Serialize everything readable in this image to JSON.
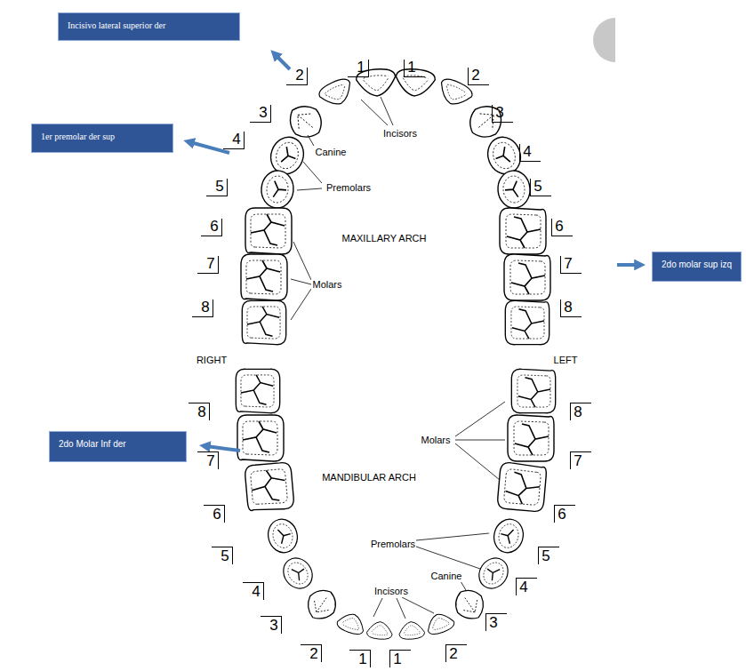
{
  "diagram": {
    "nodes": [
      {
        "text": [
          "Incisivo lateral superior der"
        ]
      },
      {
        "text": [
          "1er premolar der sup"
        ]
      },
      {
        "text": [
          "2do molar sup izq"
        ]
      },
      {
        "text": [
          "2do Molar Inf der"
        ]
      }
    ],
    "labels": [
      "1",
      "1",
      "2",
      "2",
      "3",
      "3",
      "4",
      "4",
      "5",
      "5",
      "6",
      "6",
      "7",
      "7",
      "8",
      "8",
      "Incisors",
      "Canine",
      "Premolars",
      "MAXILLARY ARCH",
      "Molars",
      "RIGHT",
      "LEFT",
      "Molars",
      "MANDIBULAR ARCH",
      "Premolars",
      "Canine",
      "Incisors",
      "8",
      "8",
      "7",
      "7",
      "6",
      "6",
      "5",
      "5",
      "4",
      "4",
      "3",
      "3",
      "2",
      "2",
      "1",
      "1"
    ]
  }
}
